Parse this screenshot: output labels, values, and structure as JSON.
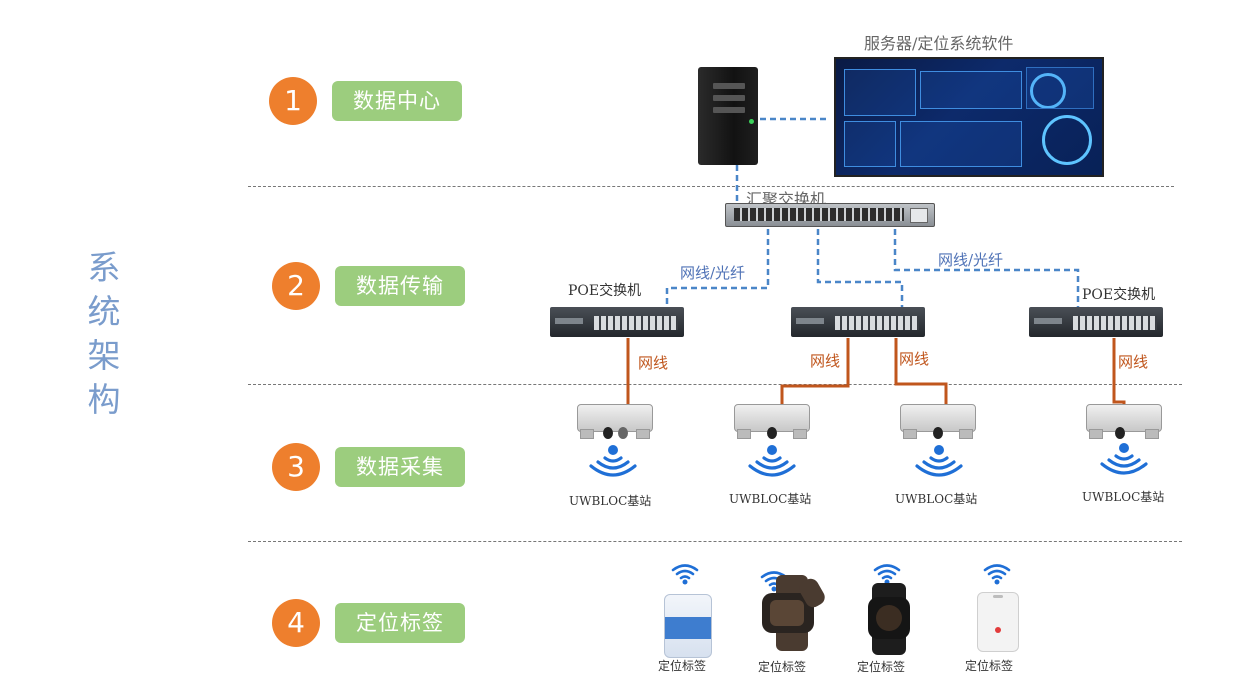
{
  "page_title": "系统架构",
  "title_chars": [
    "系",
    "统",
    "架",
    "构"
  ],
  "layers": [
    {
      "num": "1",
      "label": "数据中心"
    },
    {
      "num": "2",
      "label": "数据传输"
    },
    {
      "num": "3",
      "label": "数据采集"
    },
    {
      "num": "4",
      "label": "定位标签"
    }
  ],
  "server_software_label": "服务器/定位系统软件",
  "aggregation_switch_label": "汇聚交换机",
  "poe_switch_label": "POE交换机",
  "link_fiber_label": "网线/光纤",
  "link_cable_label": "网线",
  "base_station_label": "UWBLOC基站",
  "tag_label": "定位标签",
  "colors": {
    "accent_orange": "#ee7f2d",
    "tag_green": "#9ccd7e",
    "link_blue": "#4a86c8",
    "link_copper": "#c0561d",
    "wifi_blue": "#1f6fd6",
    "title_blue": "#7a9ccc"
  },
  "icons": [
    "server-icon",
    "monitor-dashboard-icon",
    "switch-icon",
    "base-station-icon",
    "wifi-icon",
    "locator-tag-icon",
    "wristband-icon"
  ]
}
